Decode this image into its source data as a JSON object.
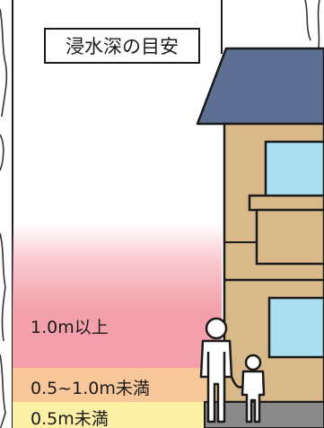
{
  "title": "浸水深の目安",
  "levels": [
    {
      "label": "1.0m以上",
      "color": "#f3a0ac"
    },
    {
      "label": "0.5~1.0m未満",
      "color": "#f7c79a"
    },
    {
      "label": "0.5m未満",
      "color": "#fbf0a6"
    }
  ],
  "colors": {
    "roof": "#5d6f92",
    "wall": "#d9b98a",
    "window": "#a9dff0",
    "ground": "#8a8a8a",
    "outline": "#1a1a1a"
  },
  "icons": [
    "house-illustration",
    "adult-figure-icon",
    "child-figure-icon",
    "contour-lines-background"
  ]
}
